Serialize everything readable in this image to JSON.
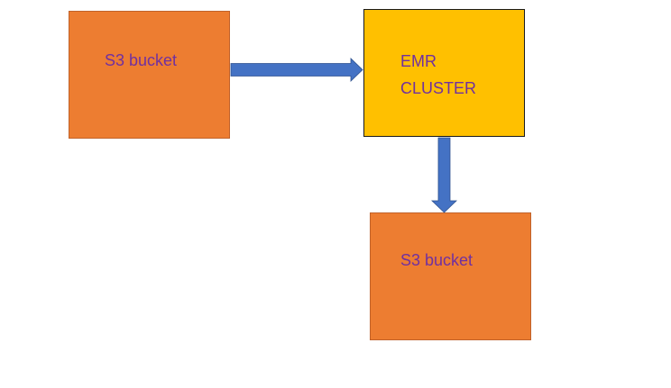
{
  "nodes": {
    "source": {
      "label": "S3 bucket",
      "fill": "#ED7D31"
    },
    "emr": {
      "label": "EMR\nCLUSTER",
      "fill": "#FFC000"
    },
    "destination": {
      "label": "S3 bucket",
      "fill": "#ED7D31"
    }
  },
  "colors": {
    "arrow": "#4472C4",
    "label_text": "#7030A0"
  },
  "edges": [
    {
      "from": "source",
      "to": "emr"
    },
    {
      "from": "emr",
      "to": "destination"
    }
  ]
}
